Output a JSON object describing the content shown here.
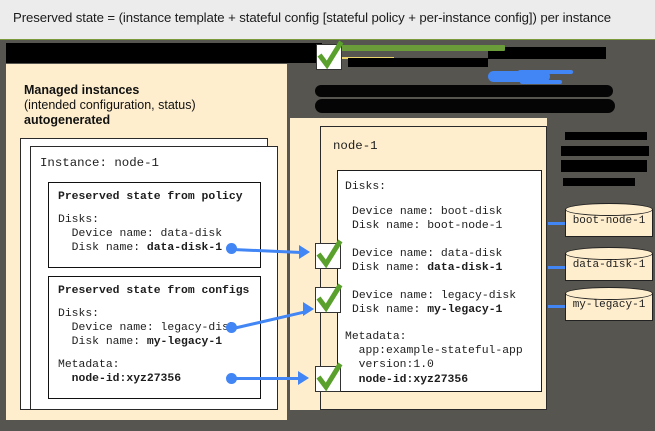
{
  "header": {
    "caption": "Preserved state = (instance template + stateful config [stateful policy + per-instance config]) per instance"
  },
  "left_panel": {
    "title": "Managed instances",
    "subtitle": "(intended configuration, status)",
    "subtitle2": "autogenerated",
    "instance_label": "Instance: node-1",
    "policy_box": {
      "title": "Preserved state from policy",
      "disks_label": "Disks:",
      "device_name": "  Device name: data-disk",
      "disk_name_prefix": "  Disk name: ",
      "disk_name_value": "data-disk-1"
    },
    "configs_box": {
      "title": "Preserved state from configs",
      "disks_label": "Disks:",
      "device_name": "  Device name: legacy-disk",
      "disk_name_prefix": "  Disk name: ",
      "disk_name_value": "my-legacy-1",
      "metadata_label": "Metadata:",
      "metadata_value": "  node-id:xyz27356"
    }
  },
  "right_panel": {
    "node_title": "node-1",
    "disks_label": "Disks:",
    "boot_disk": {
      "device": "Device name: boot-disk",
      "disk_prefix": "Disk name: ",
      "disk_value": "boot-node-1"
    },
    "data_disk": {
      "device": "Device name: data-disk",
      "disk_prefix": "Disk name: ",
      "disk_value": "data-disk-1"
    },
    "legacy_disk": {
      "device": "Device name: legacy-disk",
      "disk_prefix": "Disk name: ",
      "disk_value": "my-legacy-1"
    },
    "metadata": {
      "label": "Metadata:",
      "app": "  app:example-stateful-app",
      "version": "  version:1.0",
      "node_id": "  node-id:xyz27356"
    }
  },
  "disks": [
    {
      "label": "boot-node-1"
    },
    {
      "label": "data-disk-1"
    },
    {
      "label": "my-legacy-1"
    }
  ],
  "colors": {
    "cream": "#ffeece",
    "dark_background": "#565550",
    "header_background": "#ececed",
    "accent_blue": "#4285f4",
    "accent_green": "#6a9c3a",
    "redaction": "#000000"
  }
}
